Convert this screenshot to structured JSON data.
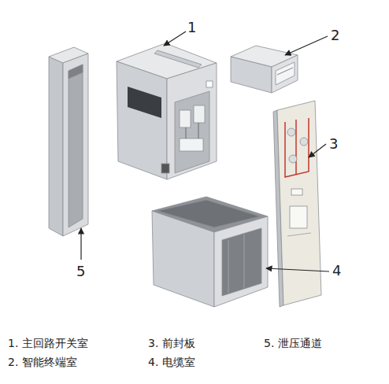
{
  "diagram": {
    "labels": [
      "1",
      "2",
      "3",
      "4",
      "5",
      "1. 主回路开关室",
      "2. 智能终端室",
      "3. 前封板",
      "4. 电缆室",
      "5. 泄压通道"
    ]
  }
}
